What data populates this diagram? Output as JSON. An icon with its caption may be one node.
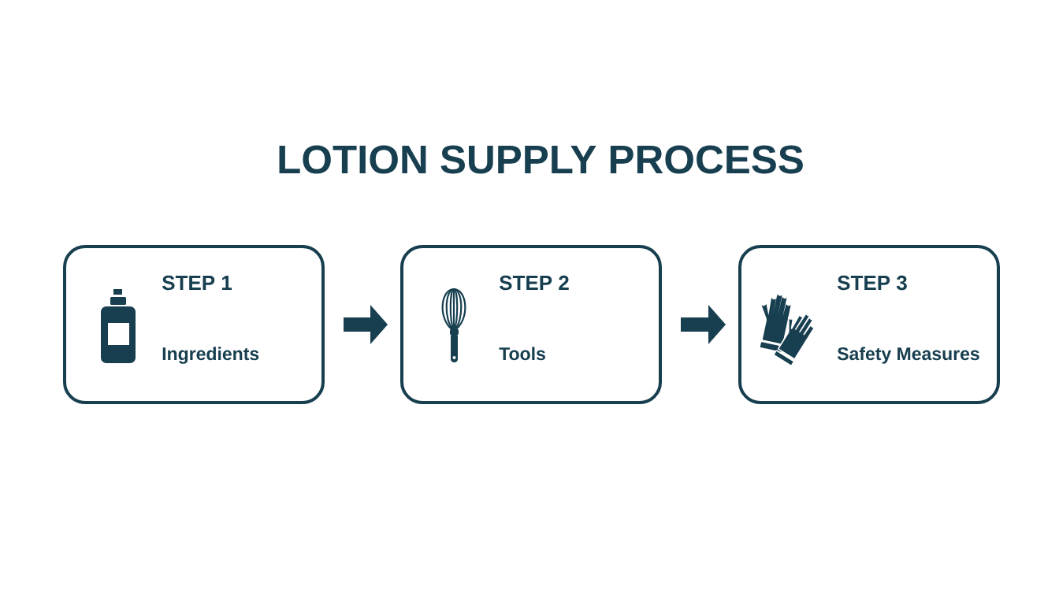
{
  "diagram": {
    "title": "LOTION SUPPLY PROCESS",
    "nodes": [
      {
        "text": [
          "STEP 1",
          "Ingredients"
        ]
      },
      {
        "text": [
          "STEP 2",
          "Tools"
        ]
      },
      {
        "text": [
          "STEP 3",
          "Safety Measures"
        ]
      }
    ],
    "edges": [
      {
        "from": 0,
        "to": 1,
        "arrow": "to"
      },
      {
        "from": 1,
        "to": 2,
        "arrow": "to"
      }
    ]
  }
}
